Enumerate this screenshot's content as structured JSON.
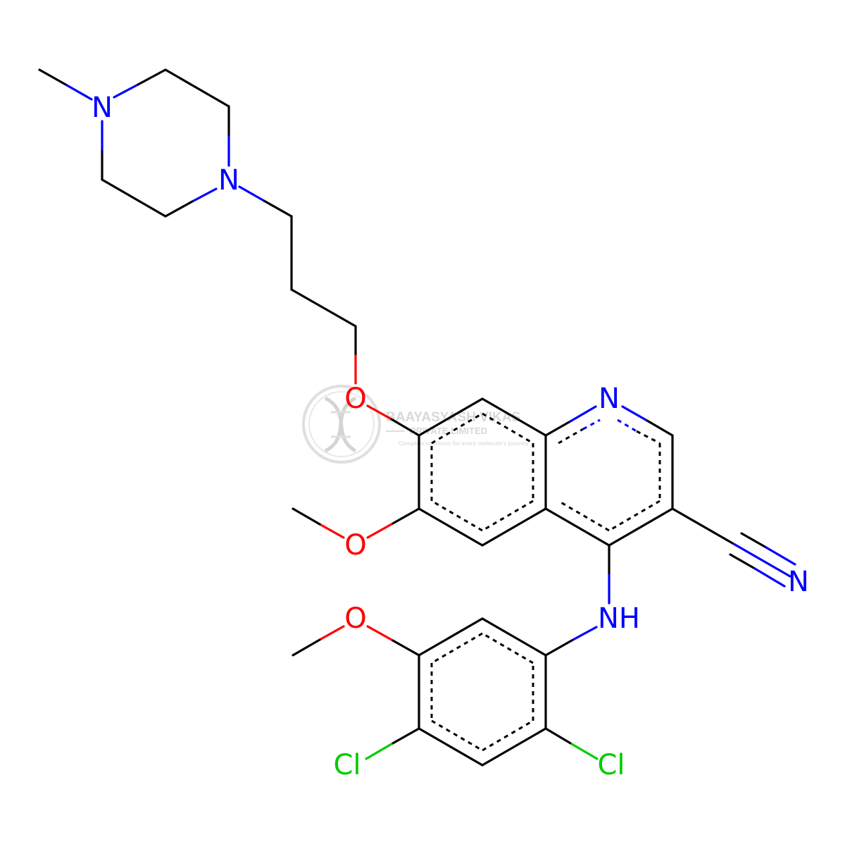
{
  "colors": {
    "bond": "#000000",
    "N": "#0000ff",
    "O": "#ff0000",
    "Cl": "#00cc00",
    "watermark": "#d8d8d8"
  },
  "watermark": {
    "icon": "dna-logo-icon",
    "name": "BAAYASYASH VIKAS",
    "sub": "PRIVATE LIMITED",
    "tagline": "Complete solutions for every molecule's journey"
  },
  "atoms": {
    "n_methyl": "N",
    "n_propyl": "N",
    "o_ether": "O",
    "o_methoxy_quinoline": "O",
    "n_quinoline": "N",
    "n_nitrile": "N",
    "nh": "NH",
    "o_methoxy_aryl": "O",
    "cl_left": "Cl",
    "cl_right": "Cl"
  }
}
